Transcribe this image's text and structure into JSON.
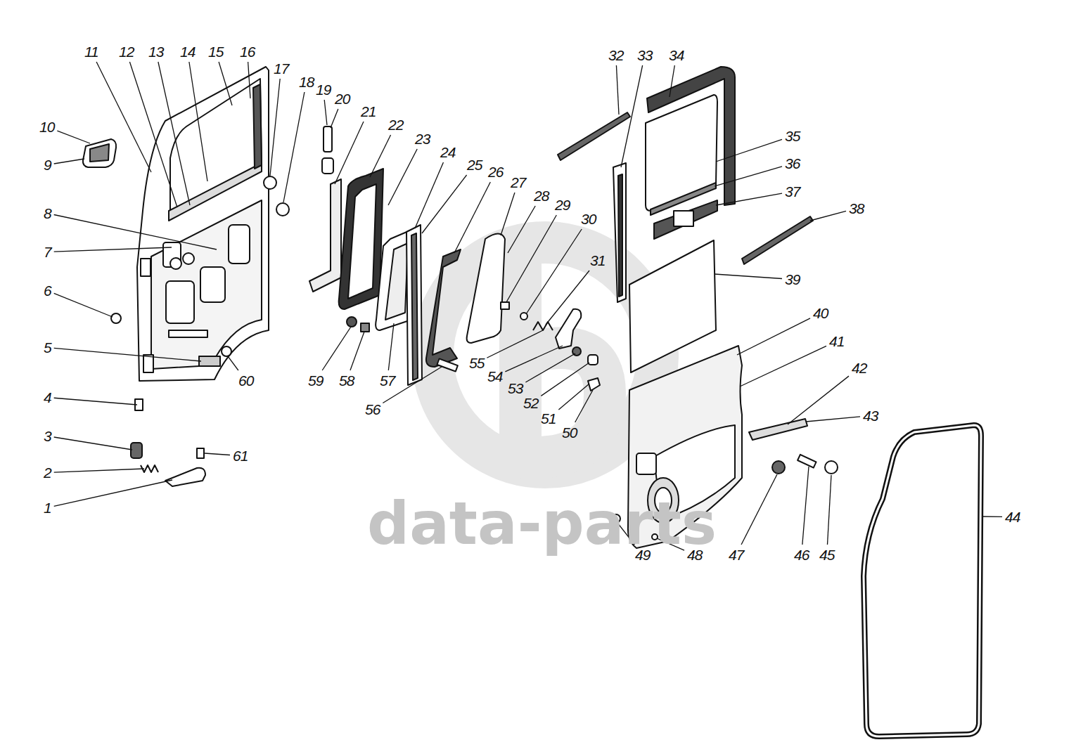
{
  "diagram": {
    "labels": [
      "1",
      "2",
      "3",
      "4",
      "5",
      "6",
      "7",
      "8",
      "9",
      "10",
      "11",
      "12",
      "13",
      "14",
      "15",
      "16",
      "17",
      "18",
      "19",
      "20",
      "21",
      "22",
      "23",
      "24",
      "25",
      "26",
      "27",
      "28",
      "29",
      "30",
      "31",
      "32",
      "33",
      "34",
      "35",
      "36",
      "37",
      "38",
      "39",
      "40",
      "41",
      "42",
      "43",
      "44",
      "45",
      "46",
      "47",
      "48",
      "49",
      "50",
      "51",
      "52",
      "53",
      "54",
      "55",
      "56",
      "57",
      "58",
      "59",
      "60",
      "61",
      "data-parts"
    ]
  }
}
